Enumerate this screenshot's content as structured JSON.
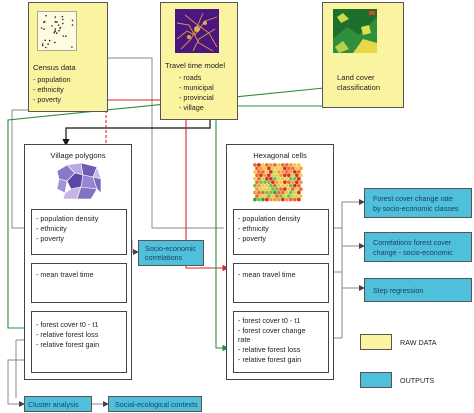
{
  "raw_boxes": {
    "census": {
      "title": "Census data",
      "items": [
        "- population",
        "- ethnicity",
        "- poverty"
      ]
    },
    "travel": {
      "title": "Travel time model",
      "items": [
        "- roads",
        "- municipal",
        "- provincial",
        "- village"
      ]
    },
    "landcover": {
      "title_line1": "Land cover",
      "title_line2": "classification"
    }
  },
  "village": {
    "title": "Village polygons",
    "socio": [
      "- population density",
      "- ethnicity",
      "- poverty"
    ],
    "travel": "- mean travel time",
    "forest": [
      "- forest cover t0 - t1",
      "- relative forest loss",
      "- relative forest gain"
    ]
  },
  "hex": {
    "title": "Hexagonal cells",
    "socio": [
      "- population density",
      "- ethnicity",
      "- poverty"
    ],
    "travel": "- mean travel time",
    "forest": [
      "- forest cover t0 - t1",
      "- forest cover change",
      "rate",
      "- relative forest loss",
      "- relative forest gain"
    ]
  },
  "outputs": {
    "socio_corr": [
      "Socio-economic",
      "correlations"
    ],
    "fc_rate": [
      "Forest cover change rate",
      "by socio-economic classes"
    ],
    "corr_fc": [
      "Correlations forest cover",
      "change - socio-economic"
    ],
    "step": "Step regression",
    "cluster": "Cluster analysis",
    "social_eco": "Social-ecological contexts"
  },
  "legend": {
    "raw": "RAW DATA",
    "outputs": "OUTPUTS"
  },
  "colors": {
    "raw": "#faf4a1",
    "output": "#4ec0dc",
    "red_arrow": "#d9262b",
    "green_arrow": "#2e8b3e",
    "arrow": "#333333"
  }
}
